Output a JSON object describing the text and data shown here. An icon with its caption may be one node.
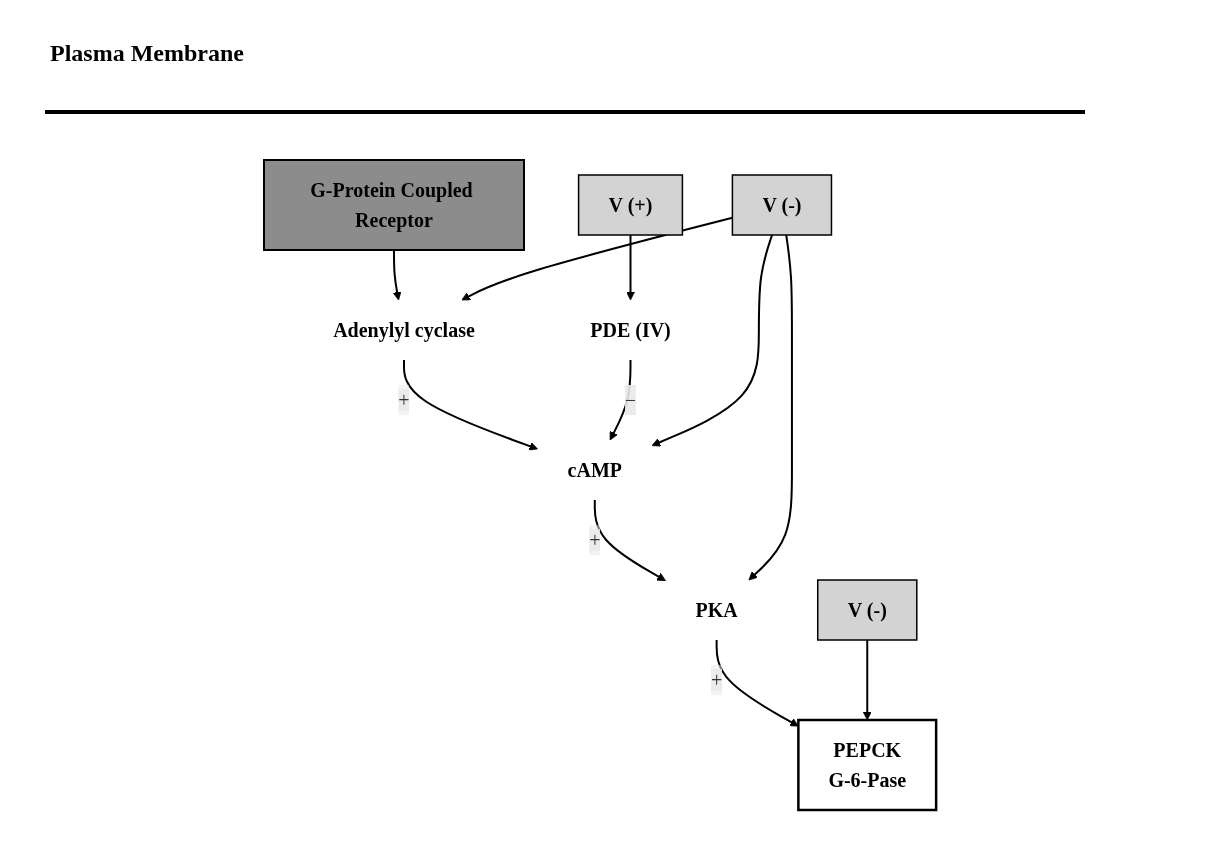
{
  "diagram": {
    "nodes": [
      {
        "text": [
          "G-Protein Coupled Receptor"
        ]
      },
      {
        "text": [
          "Adenylyl cyclase"
        ]
      },
      {
        "text": [
          "PDE (IV)"
        ]
      },
      {
        "text": [
          "cAMP"
        ]
      },
      {
        "text": [
          "V (+)"
        ]
      },
      {
        "text": [
          "V (-)"
        ]
      },
      {
        "text": [
          "PKA"
        ]
      },
      {
        "text": [
          "PEPCK",
          "G-6-Pase"
        ]
      },
      {
        "text": [
          "V (-)"
        ]
      }
    ],
    "edges": [
      {
        "from": 0,
        "to": 1,
        "arrow": "to"
      },
      {
        "from": 1,
        "to": 3,
        "label": "+",
        "arrow": "to"
      },
      {
        "from": 2,
        "to": 3,
        "label": "−",
        "arrow": "to"
      },
      {
        "from": 4,
        "to": 2,
        "arrow": "to"
      },
      {
        "from": 3,
        "to": 6,
        "label": "+",
        "arrow": "to"
      },
      {
        "from": 5,
        "to": 1,
        "arrow": "to"
      },
      {
        "from": 5,
        "to": 3,
        "arrow": "to"
      },
      {
        "from": 5,
        "to": 6,
        "arrow": "to"
      },
      {
        "from": 6,
        "to": 7,
        "label": "+",
        "arrow": "to"
      },
      {
        "from": 8,
        "to": 7,
        "arrow": "to"
      }
    ],
    "labels": [
      "Plasma Membrane"
    ]
  }
}
